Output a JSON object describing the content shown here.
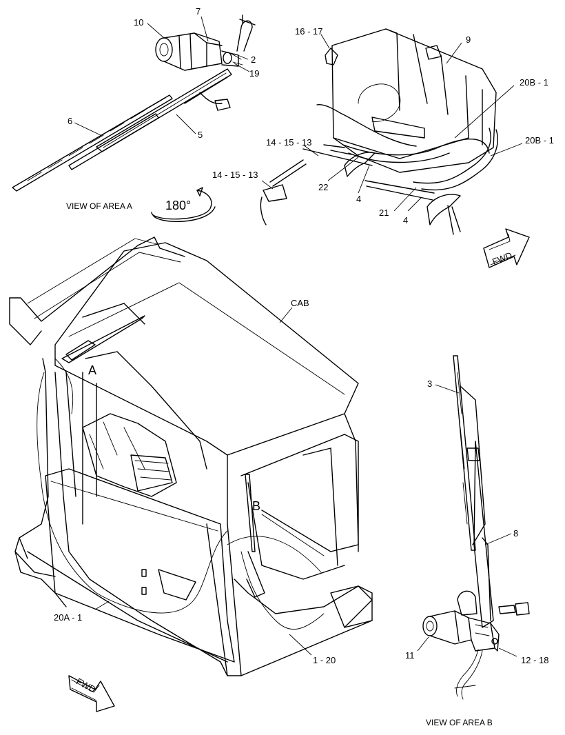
{
  "callouts": {
    "c10": "10",
    "c7": "7",
    "c2": "2",
    "c19": "19",
    "c6": "6",
    "c5": "5",
    "c16_17": "16 - 17",
    "c9": "9",
    "c20b_1a": "20B - 1",
    "c20b_1b": "20B - 1",
    "c14_15_13a": "14 - 15 - 13",
    "c14_15_13b": "14 - 15 - 13",
    "c22": "22",
    "c4a": "4",
    "c21": "21",
    "c4b": "4",
    "cab": "CAB",
    "a": "A",
    "b": "B",
    "c3": "3",
    "c8": "8",
    "c20a_1": "20A - 1",
    "c1_20": "1 - 20",
    "c11": "11",
    "c12_18": "12 - 18"
  },
  "captions": {
    "view_a": "VIEW OF AREA  A",
    "rotation": "180°",
    "view_b": "VIEW OF AREA B"
  },
  "arrows": {
    "fwd_top": "FWD",
    "fwd_bottom": "FWD"
  }
}
